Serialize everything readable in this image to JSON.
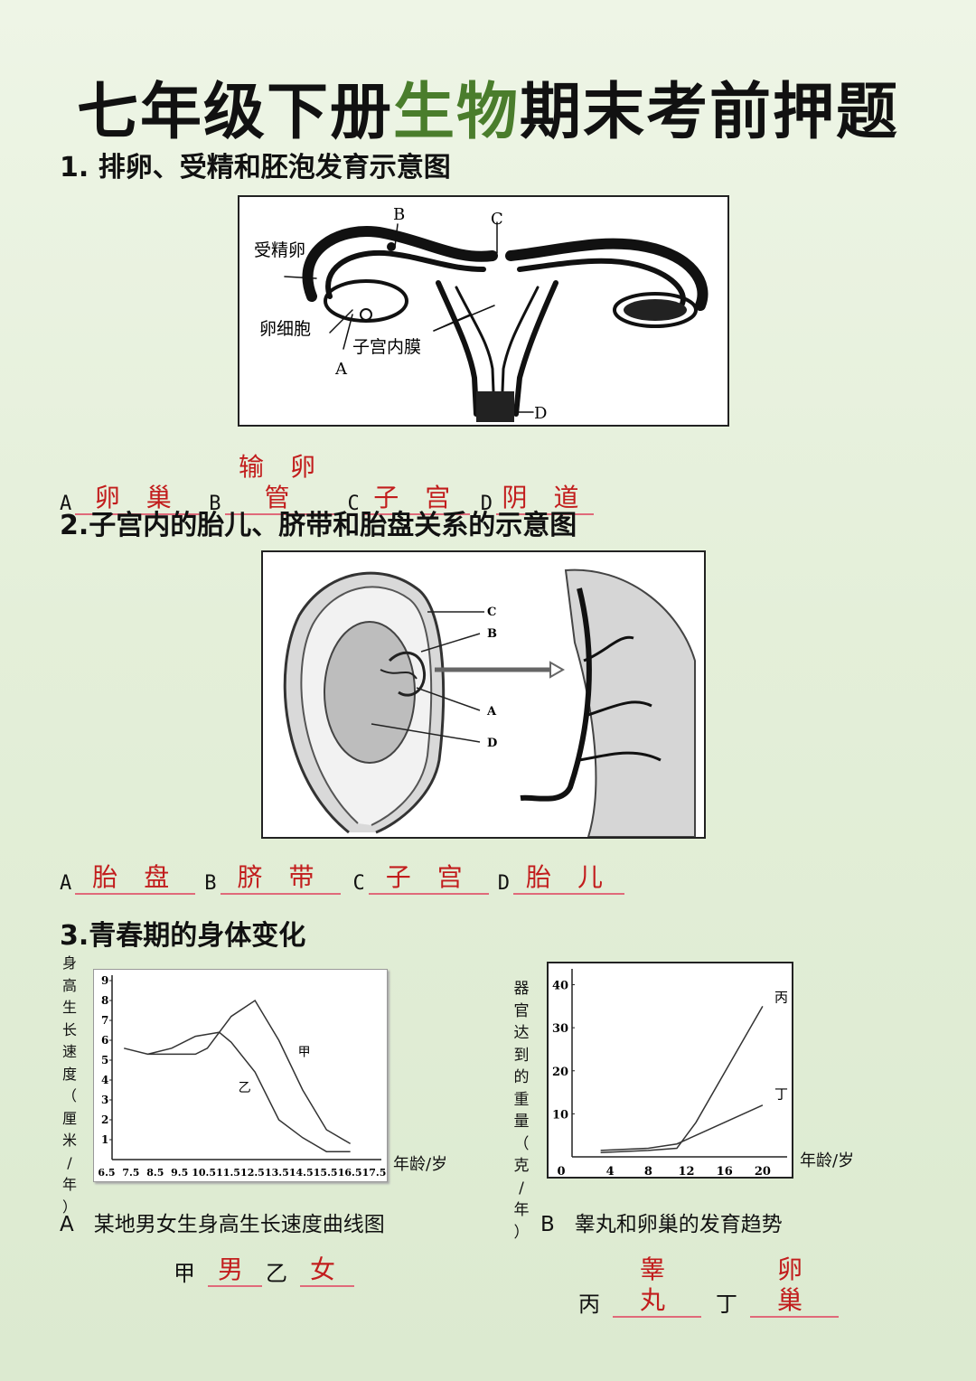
{
  "title": {
    "part1": "七年级下册",
    "part2": "生物",
    "part3": "期末考前押题"
  },
  "section1": {
    "heading": "1. 排卵、受精和胚泡发育示意图",
    "figure_labels": {
      "B": "B",
      "C": "C",
      "D": "D",
      "A": "A",
      "fertilized": "受精卵",
      "cell": "卵细胞",
      "lining": "子宫内膜"
    },
    "answers": [
      {
        "label": "A",
        "answer": "卵 巢"
      },
      {
        "label": "B",
        "answer": "输 卵 管"
      },
      {
        "label": "C",
        "answer": "子 宫"
      },
      {
        "label": "D",
        "answer": "阴 道"
      }
    ]
  },
  "section2": {
    "heading": "2.子宫内的胎儿、脐带和胎盘关系的示意图",
    "figure_labels": {
      "C": "C",
      "B": "B",
      "A": "A",
      "D": "D"
    },
    "answers": [
      {
        "label": "A",
        "answer": "胎 盘"
      },
      {
        "label": "B",
        "answer": "脐 带"
      },
      {
        "label": "C",
        "answer": "子 宫"
      },
      {
        "label": "D",
        "answer": "胎 儿"
      }
    ]
  },
  "section3": {
    "heading": "3.青春期的身体变化",
    "chartA": {
      "ylabel": "身高生长速度（厘米/年）",
      "xlabel": "年龄/岁",
      "caption_label": "A",
      "caption": "某地男女生身高生长速度曲线图",
      "series_labels": {
        "jia": "甲",
        "yi": "乙"
      },
      "answers": [
        {
          "label": "甲",
          "answer": "男"
        },
        {
          "label": "乙",
          "answer": "女"
        }
      ]
    },
    "chartB": {
      "ylabel": "器官达到的重量（克/年）",
      "xlabel": "年龄/岁",
      "caption_label": "B",
      "caption": "睾丸和卵巢的发育趋势",
      "series_labels": {
        "bing": "丙",
        "ding": "丁"
      },
      "answers": [
        {
          "label": "丙",
          "answer": "睾 丸"
        },
        {
          "label": "丁",
          "answer": "卵 巢"
        }
      ]
    }
  },
  "chart_data": [
    {
      "type": "line",
      "xlabel": "年龄/岁",
      "ylabel": "身高生长速度（厘米/年）",
      "categories": [
        "6.5",
        "7.5",
        "8.5",
        "9.5",
        "10.5",
        "11.5",
        "12.5",
        "13.5",
        "14.5",
        "15.5",
        "16.5",
        "17.5"
      ],
      "ylim": [
        0,
        9
      ],
      "yticks": [
        1,
        2,
        3,
        4,
        5,
        6,
        7,
        8,
        9
      ],
      "series": [
        {
          "name": "甲",
          "x": [
            7.0,
            8.0,
            9.0,
            10.0,
            10.5,
            11.5,
            12.5,
            13.5,
            14.5,
            15.5,
            16.5
          ],
          "values": [
            5.6,
            5.3,
            5.3,
            5.3,
            5.6,
            7.2,
            8.0,
            6.0,
            3.5,
            1.5,
            0.8
          ]
        },
        {
          "name": "乙",
          "x": [
            8.0,
            9.0,
            10.0,
            11.0,
            11.5,
            12.5,
            13.5,
            14.5,
            15.5,
            16.5
          ],
          "values": [
            5.3,
            5.6,
            6.2,
            6.4,
            5.9,
            4.4,
            2.0,
            1.1,
            0.4,
            0.4
          ]
        }
      ]
    },
    {
      "type": "line",
      "xlabel": "年龄/岁",
      "ylabel": "器官达到的重量（克/年）",
      "xticks": [
        0,
        4,
        8,
        12,
        16,
        20
      ],
      "yticks": [
        10,
        20,
        30,
        40
      ],
      "ylim": [
        0,
        42
      ],
      "xlim": [
        0,
        22
      ],
      "series": [
        {
          "name": "丙",
          "x": [
            3,
            8,
            11,
            13,
            20
          ],
          "values": [
            1,
            1.5,
            2,
            8,
            35
          ]
        },
        {
          "name": "丁",
          "x": [
            3,
            8,
            11,
            13,
            20
          ],
          "values": [
            1.5,
            2,
            3,
            5,
            12
          ]
        }
      ]
    }
  ]
}
